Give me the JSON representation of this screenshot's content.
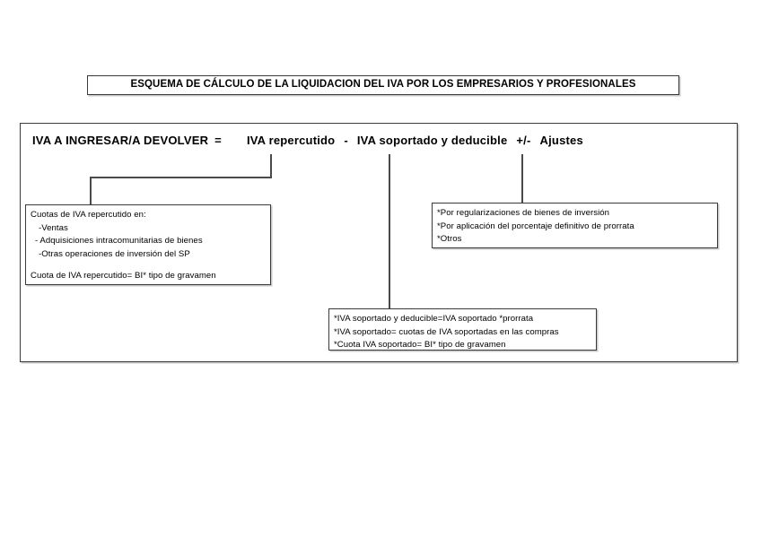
{
  "title": {
    "text": "ESQUEMA DE CÁLCULO DE LA LIQUIDACION DEL IVA POR LOS EMPRESARIOS Y PROFESIONALES"
  },
  "formula": {
    "subject": "IVA A INGRESAR/A DEVOLVER",
    "equals": "=",
    "term1": "IVA repercutido",
    "operator1": "-",
    "term2": "IVA soportado y deducible",
    "operator2": "+/-",
    "term3": "Ajustes"
  },
  "boxes": {
    "repercutido": {
      "lines": [
        "Cuotas de IVA repercutido  en:",
        "-Ventas",
        "- Adquisiciones intracomunitarias de bienes",
        "-Otras operaciones de inversión del SP",
        "",
        "Cuota de IVA repercutido= BI* tipo de gravamen"
      ]
    },
    "ajustes": {
      "lines": [
        "*Por regularizaciones de bienes de inversión",
        "*Por aplicación del porcentaje definitivo de prorrata",
        "*Otros"
      ]
    },
    "soportado": {
      "lines": [
        "*IVA soportado y deducible=IVA soportado *prorrata",
        "*IVA soportado= cuotas de IVA soportadas en las compras",
        "*Cuota IVA soportado= BI* tipo de gravamen"
      ]
    }
  },
  "colors": {
    "border": "#3a3a3a",
    "shadow": "#c9c9c9",
    "connector": "#4a4a4a",
    "text": "#000000",
    "background": "#ffffff"
  }
}
